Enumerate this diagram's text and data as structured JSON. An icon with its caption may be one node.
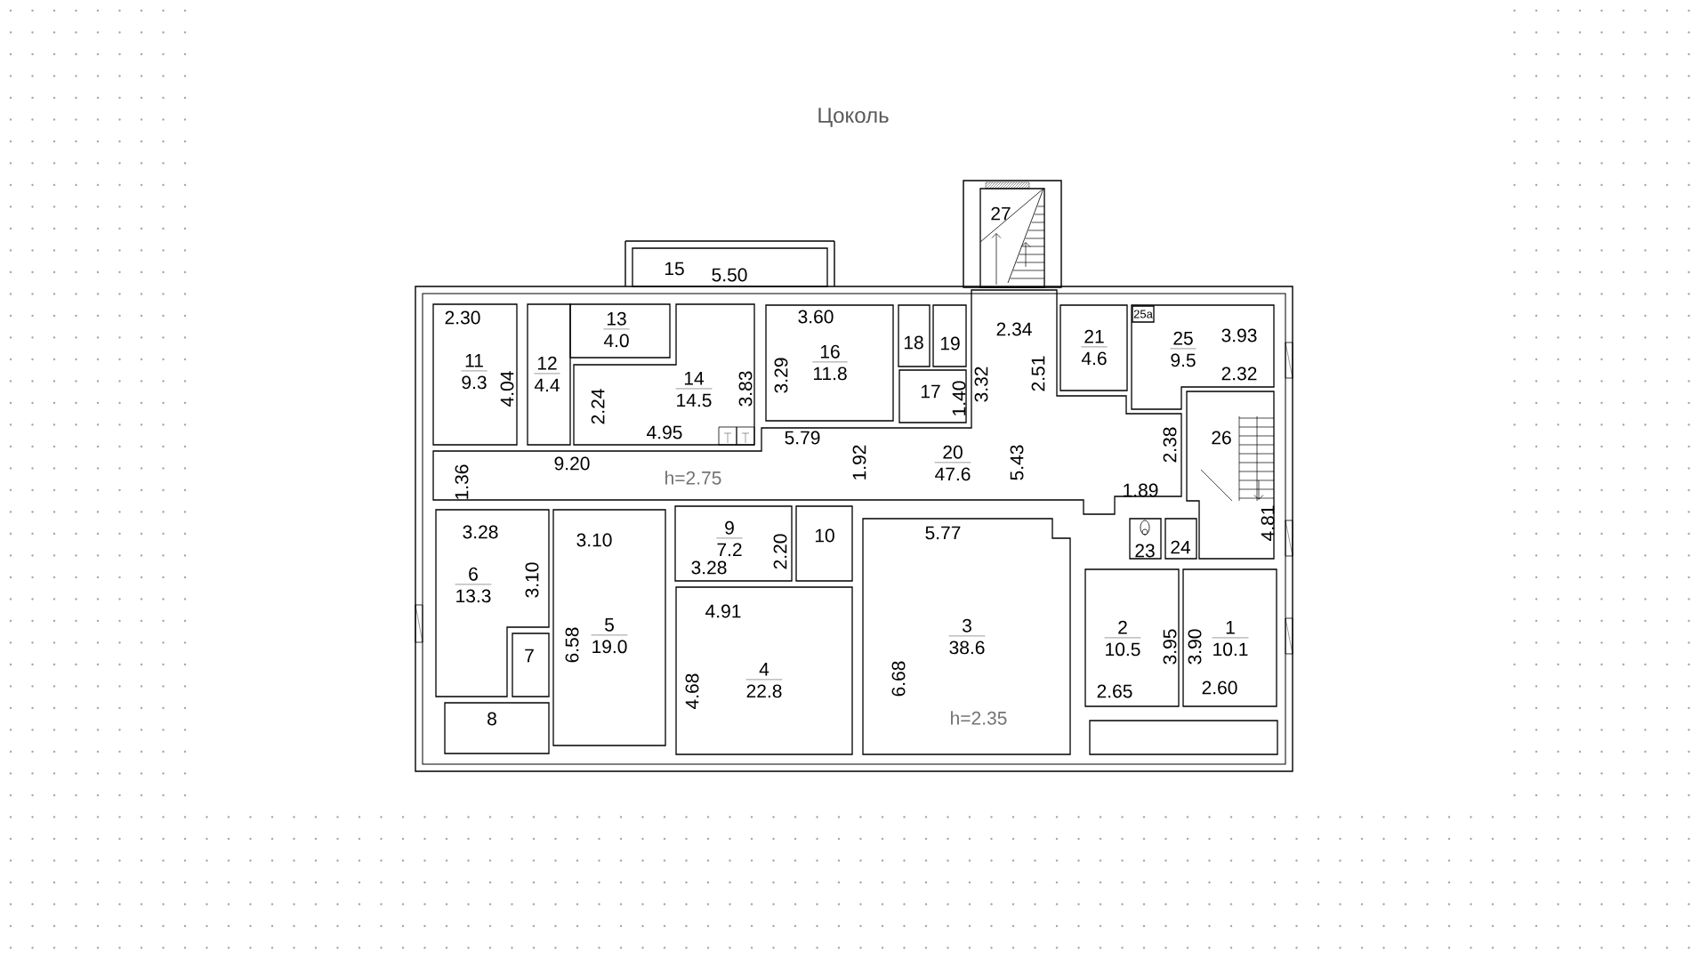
{
  "diagram": {
    "title": "Цоколь",
    "nodes": [
      {
        "text": [
          "27"
        ]
      },
      {
        "text": [
          "15"
        ]
      },
      {
        "text": [
          "11",
          "9.3"
        ]
      },
      {
        "text": [
          "12",
          "4.4"
        ]
      },
      {
        "text": [
          "13",
          "4.0"
        ]
      },
      {
        "text": [
          "14",
          "14.5"
        ]
      },
      {
        "text": [
          "16",
          "11.8"
        ]
      },
      {
        "text": [
          "18"
        ]
      },
      {
        "text": [
          "19"
        ]
      },
      {
        "text": [
          "21",
          "4.6"
        ]
      },
      {
        "text": [
          "25",
          "9.5"
        ]
      },
      {
        "text": [
          "25а"
        ],
        "in": 10
      },
      {
        "text": [
          "17"
        ]
      },
      {
        "text": [
          "26"
        ]
      },
      {
        "text": [
          "20",
          "47.6"
        ]
      },
      {
        "text": [
          "6",
          "13.3"
        ]
      },
      {
        "text": [
          "5",
          "19.0"
        ]
      },
      {
        "text": [
          "9",
          "7.2"
        ]
      },
      {
        "text": [
          "10"
        ]
      },
      {
        "text": [
          "3",
          "38.6"
        ]
      },
      {
        "text": [
          "23"
        ]
      },
      {
        "text": [
          "24"
        ]
      },
      {
        "text": [
          "7"
        ]
      },
      {
        "text": [
          "4",
          "22.8"
        ]
      },
      {
        "text": [
          "2",
          "10.5"
        ]
      },
      {
        "text": [
          "1",
          "10.1"
        ]
      },
      {
        "text": [
          "8"
        ]
      },
      {
        "text": [],
        "shape": "box"
      }
    ],
    "labels": [
      "5.50",
      "2.30",
      "3.60",
      "2.34",
      "3.93",
      "4.04",
      "2.24",
      "3.83",
      "3.29",
      "1.40",
      "3.32",
      "2.51",
      "2.32",
      "4.95",
      "5.79",
      "2.38",
      "9.20",
      "1.92",
      "5.43",
      "h=2.75",
      "1.36",
      "1.89",
      "4.81",
      "3.28",
      "3.10",
      "5.77",
      "3.28",
      "2.20",
      "3.10",
      "4.91",
      "6.58",
      "3.95",
      "3.90",
      "4.68",
      "6.68",
      "2.65",
      "2.60",
      "h=2.35"
    ]
  }
}
